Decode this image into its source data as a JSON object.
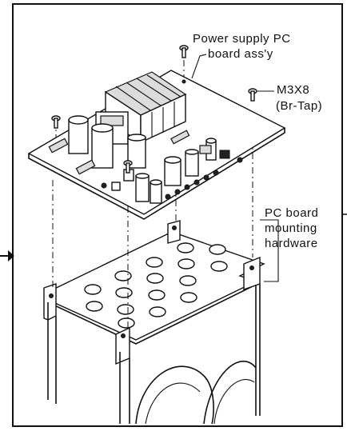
{
  "labels": {
    "power_supply_line1": "Power supply PC",
    "power_supply_line2": "board ass'y",
    "screw_line1": "M3X8",
    "screw_line2": "(Br-Tap)",
    "hardware_line1": "PC board",
    "hardware_line2": "mounting",
    "hardware_line3": "hardware"
  },
  "icons": [
    "screw-icon",
    "arrow-right-icon"
  ]
}
